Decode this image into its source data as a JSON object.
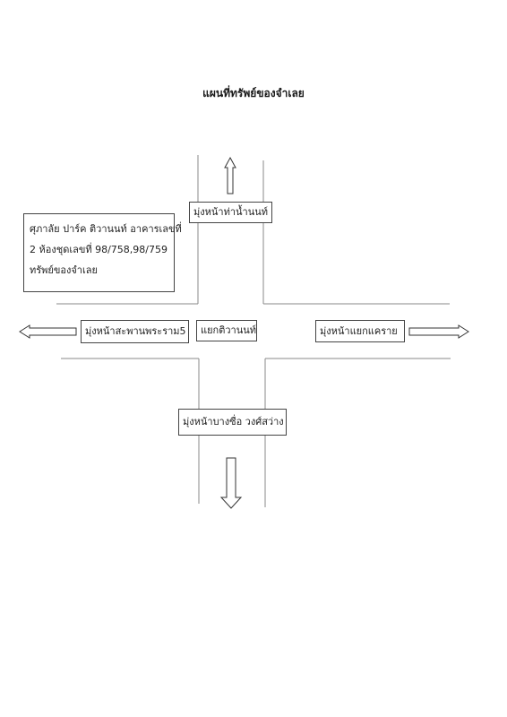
{
  "map": {
    "title": "แผนที่ทรัพย์ของจำเลย",
    "property_note": {
      "lines": [
        "ศุภาลัย ปาร์ค ติวานนท์ อาคารเลขที่",
        "2 ห้องชุดเลขที่ 98/758,98/759",
        "ทรัพย์ของจำเลย"
      ]
    },
    "labels": {
      "north": "มุ่งหน้าท่าน้ำนนท์",
      "west": "มุ่งหน้าสะพานพระราม5",
      "center": "แยกติวานนท์",
      "east": "มุ่งหน้าแยกแคราย",
      "south": "มุ่งหน้าบางซื่อ วงศ์สว่าง"
    },
    "colors": {
      "road_line": "#8a8a8a",
      "box_border": "#444444",
      "arrow": "#333333"
    }
  }
}
